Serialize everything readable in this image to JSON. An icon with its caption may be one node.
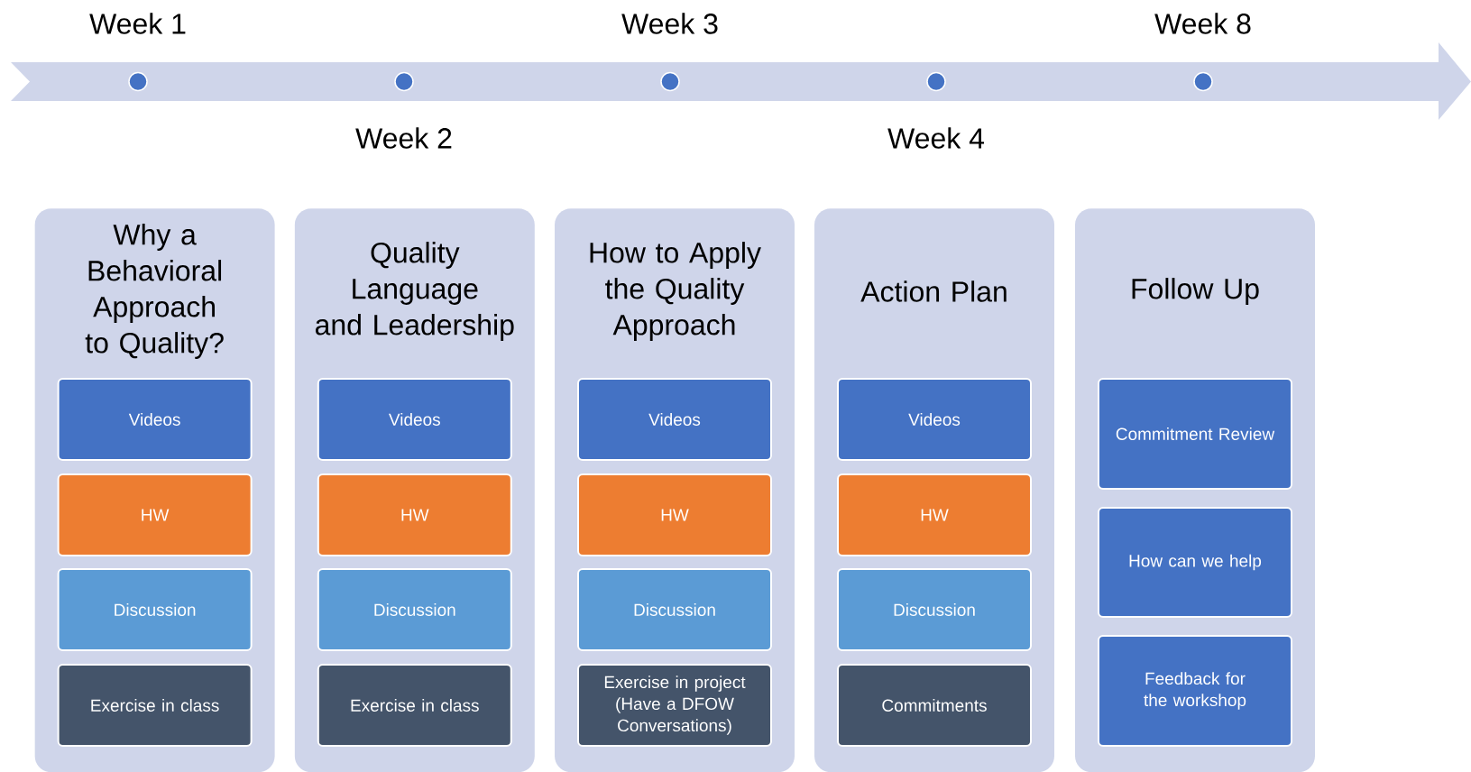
{
  "diagram": {
    "nodes": [
      {
        "text": [
          "Why a Behavioral Approach to Quality?"
        ]
      },
      {
        "text": [
          "Videos"
        ],
        "in": 0
      },
      {
        "text": [
          "HW"
        ],
        "in": 0
      },
      {
        "text": [
          "Discussion"
        ],
        "in": 0
      },
      {
        "text": [
          "Exercise in class"
        ],
        "in": 0
      },
      {
        "text": [
          "Quality Language and Leadership"
        ]
      },
      {
        "text": [
          "Videos"
        ],
        "in": 5
      },
      {
        "text": [
          "HW"
        ],
        "in": 5
      },
      {
        "text": [
          "Discussion"
        ],
        "in": 5
      },
      {
        "text": [
          "Exercise in class"
        ],
        "in": 5
      },
      {
        "text": [
          "How to Apply the Quality Approach"
        ]
      },
      {
        "text": [
          "Videos"
        ],
        "in": 10
      },
      {
        "text": [
          "HW"
        ],
        "in": 10
      },
      {
        "text": [
          "Discussion"
        ],
        "in": 10
      },
      {
        "text": [
          "Exercise in project (Have a DFOW Conversations)"
        ],
        "in": 10
      },
      {
        "text": [
          "Action Plan"
        ]
      },
      {
        "text": [
          "Videos"
        ],
        "in": 15
      },
      {
        "text": [
          "HW"
        ],
        "in": 15
      },
      {
        "text": [
          "Discussion"
        ],
        "in": 15
      },
      {
        "text": [
          "Commitments"
        ],
        "in": 15
      },
      {
        "text": [
          "Follow Up"
        ]
      },
      {
        "text": [
          "Commitment Review"
        ],
        "in": 20
      },
      {
        "text": [
          "How can we help"
        ],
        "in": 20
      },
      {
        "text": [
          "Feedback for the workshop"
        ],
        "in": 20
      }
    ],
    "labels": [
      "Week 1",
      "Week 3",
      "Week 8",
      "Week 2",
      "Week 4"
    ]
  }
}
